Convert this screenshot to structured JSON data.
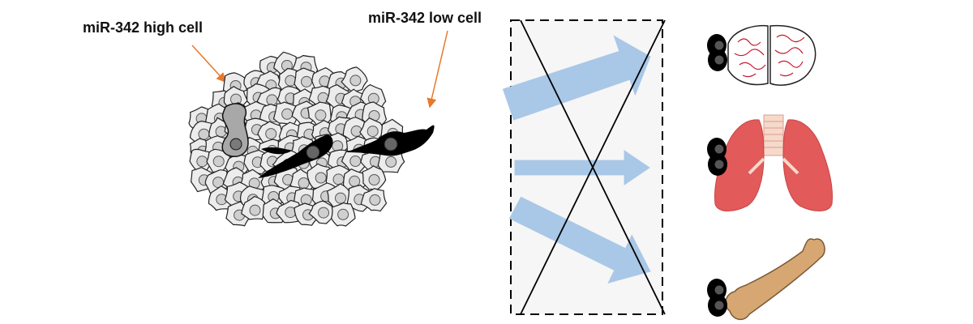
{
  "labels": {
    "high_cell": "miR-342 high cell",
    "low_cell": "miR-342 low cell"
  },
  "colors": {
    "pointer_arrow": "#e8782a",
    "flow_arrow": "#a9c7e6",
    "cell_fill": "#ececec",
    "high_cell_fill": "#a8a8a8",
    "low_cell_fill": "#000000",
    "blocked_box_fill": "#f6f6f6"
  },
  "organs": [
    "brain",
    "lung",
    "bone"
  ],
  "blocked_routes": 3
}
